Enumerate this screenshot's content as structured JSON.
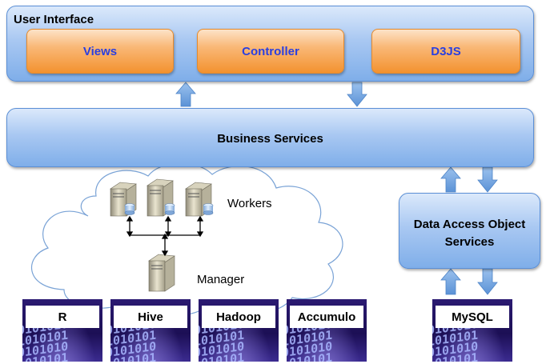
{
  "ui_layer": {
    "title": "User Interface",
    "components": [
      "Views",
      "Controller",
      "D3JS"
    ]
  },
  "business_services": {
    "label": "Business Services"
  },
  "dao_services": {
    "label": "Data Access Object Services"
  },
  "cluster": {
    "workers_label": "Workers",
    "manager_label": "Manager"
  },
  "tech_tiles": [
    "R",
    "Hive",
    "Hadoop",
    "Accumulo",
    "MySQL"
  ],
  "tile_digits": "0101010\n1010101\n0101010\n1010101",
  "colors": {
    "blue_box": "#a9c8f2",
    "orange_box": "#f9b877",
    "orange_text": "#2a3fe0",
    "arrow": "#6fa3df",
    "tile_bg": "#2b1a72"
  }
}
